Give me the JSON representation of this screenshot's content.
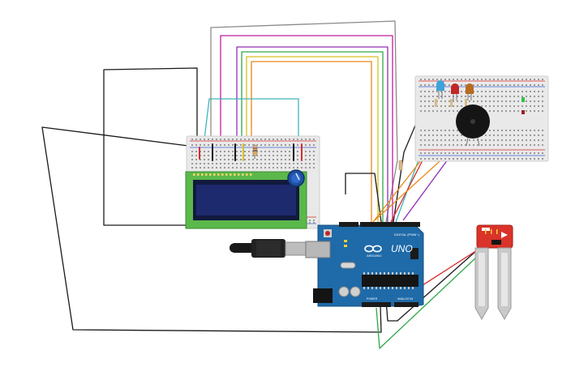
{
  "arduino": {
    "brand": "ARDUINO",
    "model": "UNO",
    "digital_label": "DIGITAL (PWM~)",
    "power_label": "POWER",
    "analog_label": "ANALOG IN"
  },
  "colors": {
    "wire_black": "#1a1a1a",
    "wire_gray": "#8a8a8a",
    "wire_purple": "#8e2fb8",
    "wire_magenta": "#c21aa0",
    "wire_green": "#2ea84a",
    "wire_yellow": "#d6c11c",
    "wire_orange": "#e8891a",
    "wire_teal": "#3fb6b8",
    "wire_red": "#d92b2b",
    "arduino_blue": "#1f6aa8",
    "lcd_green": "#5bb84a",
    "lcd_screen": "#1e2a6e",
    "sensor_red": "#d9332a",
    "breadboard": "#e9e9e9"
  },
  "icons": [
    "potentiometer-knob",
    "piezo-buzzer",
    "usb-plug",
    "led-blue",
    "led-red",
    "led-orange",
    "led-green",
    "soil-moisture-sensor"
  ]
}
